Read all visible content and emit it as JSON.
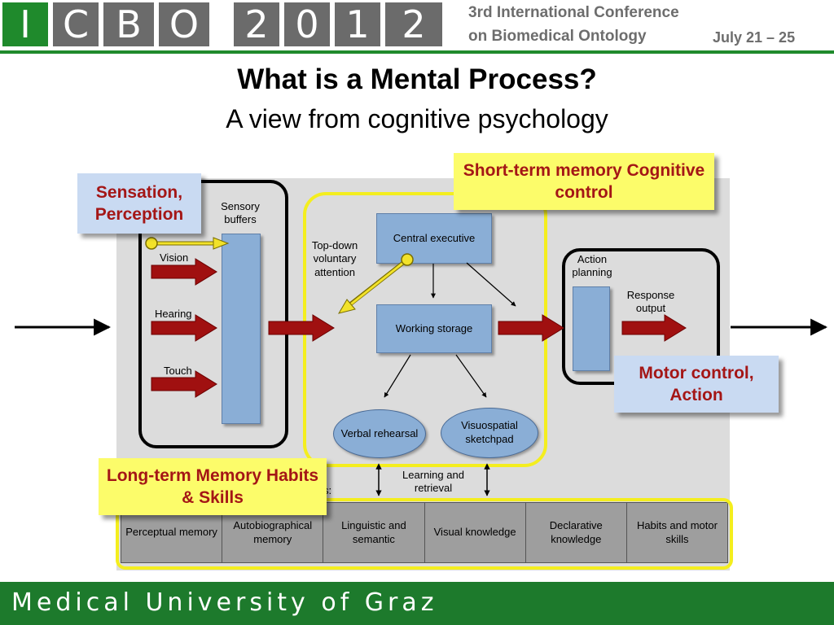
{
  "header": {
    "logo_letters": [
      "I",
      "C",
      "B",
      "O"
    ],
    "logo_digits": [
      "2",
      "0",
      "1",
      "2"
    ],
    "conference_line1": "3rd International Conference",
    "conference_line2": "on Biomedical Ontology",
    "dates": "July 21 – 25",
    "colors": {
      "green": "#1f8a2c",
      "grey": "#6b6b6b"
    }
  },
  "slide": {
    "title": "What is a Mental Process?",
    "subtitle": "A view from cognitive psychology"
  },
  "diagram": {
    "sensory_buffers_label": "Sensory buffers",
    "inputs": [
      "Vision",
      "Hearing",
      "Touch"
    ],
    "topdown_label": "Top-down voluntary attention",
    "central_executive": "Central executive",
    "working_storage": "Working storage",
    "verbal_rehearsal": "Verbal rehearsal",
    "visuospatial": "Visuospatial sketchpad",
    "action_planning": "Action planning",
    "response_output": "Response output",
    "learning_retrieval": "Learning and retrieval",
    "partial_label": "s:",
    "ltm_cells": [
      "Perceptual memory",
      "Autobiographical memory",
      "Linguistic and semantic",
      "Visual knowledge",
      "Declarative knowledge",
      "Habits and motor skills"
    ]
  },
  "callouts": {
    "sensation": "Sensation, Perception",
    "stm": "Short-term memory Cognitive control",
    "motor": "Motor control, Action",
    "ltm": "Long-term Memory Habits & Skills"
  },
  "footer": {
    "text": "Medical University of Graz",
    "color": "#1d7a2c"
  }
}
